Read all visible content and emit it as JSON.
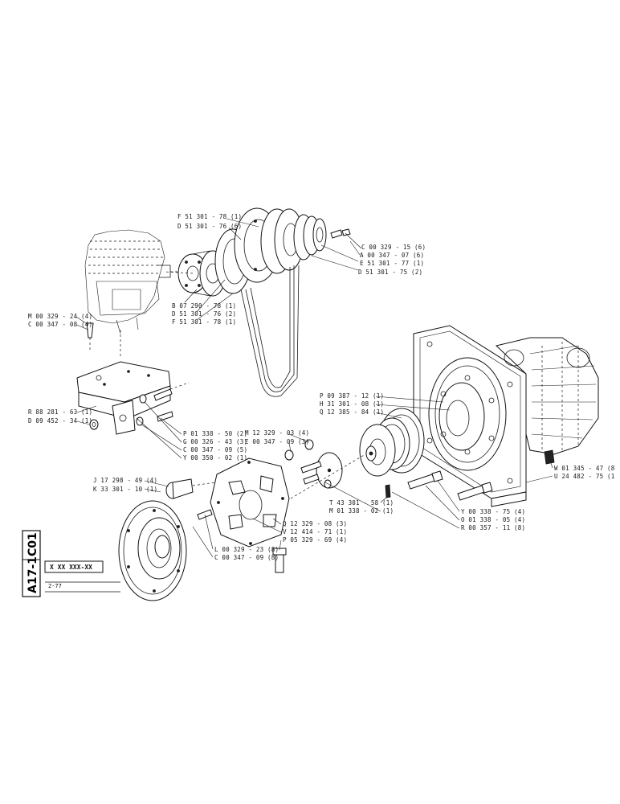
{
  "title_block": {
    "code_left": "C01",
    "code_right": "A17-1",
    "date": "2-77",
    "ref_box": "X XX XXX-XX"
  },
  "labels": {
    "top_pulley": [
      "F 51 301 - 78 (1)",
      "D 51 301 - 76 (6)"
    ],
    "top_right": [
      "C 00 329 - 15 (6)",
      "A 00 347 - 07 (6)",
      "E 51 301 - 77 (1)",
      "D 51 301 - 75 (2)"
    ],
    "compressor": [
      "M 00 329 - 24 (4)",
      "C 00 347 - 08 (4)"
    ],
    "hub": [
      "B 07 290 - 78 (1)",
      "D 51 301 - 76 (2)",
      "F 51 301 - 78 (1)"
    ],
    "bracket_left": [
      "R 88 281 - 63 (1)",
      "D 09 452 - 34 (1)"
    ],
    "bracket_right": [
      "P 01 338 - 50 (2)",
      "G 00 326 - 43 (3)",
      "C 00 347 - 09 (5)",
      "Y 00 350 - 02 (1)"
    ],
    "pump_pulley": [
      "P 09 387 - 12 (1)",
      "H 31 301 - 08 (1)",
      "Q 12 385 - 84 (1)"
    ],
    "coupling_top": [
      "M 12 329 - 03 (4)",
      "E 00 347 - 09 (3)"
    ],
    "pump_right": [
      "W 01 345 - 47 (8",
      "U 24 482 - 75 (1"
    ],
    "flange_left": [
      "J 17 298 - 49 (4)",
      "K 33 301 - 10 (1)"
    ],
    "center_bottom": [
      "T 43 301 - 58 (1)",
      "M 01 338 - 02 (1)"
    ],
    "bottom_right": [
      "Y 00 338 - 75 (4)",
      "O 01 338 - 05 (4)",
      "R 00 357 - 11 (8)"
    ],
    "coupling_bottom": [
      "Q 12 329 - 08 (3)",
      "V 12 414 - 71 (1)",
      "P 05 329 - 69 (4)"
    ],
    "flange_bottom": [
      "L 00 329 - 23 (8)",
      "C 00 347 - 09 (8)"
    ]
  }
}
